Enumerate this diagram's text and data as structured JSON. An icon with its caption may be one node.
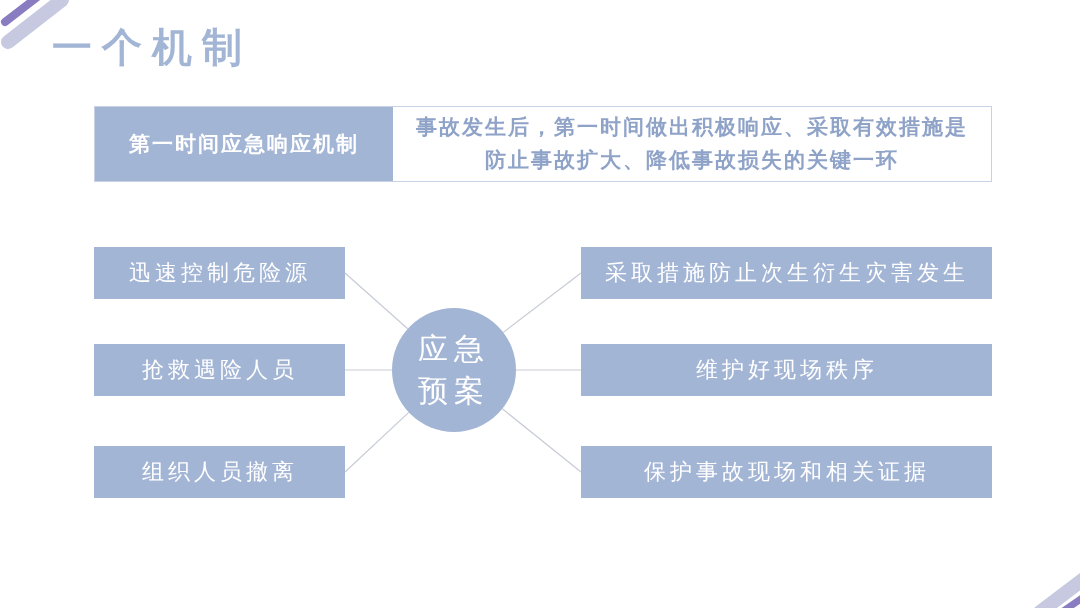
{
  "diagram": {
    "title": "一个机制",
    "nodes": [
      {
        "text": [
          "第一时间应急响应机制",
          "事故发生后，第一时间做出积极响应、采取有效措施是防止事故扩大、降低事故损失的关键一环"
        ]
      },
      {
        "text": [
          "应急预案"
        ]
      },
      {
        "text": [
          "迅速控制危险源"
        ]
      },
      {
        "text": [
          "抢救遇险人员"
        ]
      },
      {
        "text": [
          "组织人员撤离"
        ]
      },
      {
        "text": [
          "采取措施防止次生衍生灾害发生"
        ]
      },
      {
        "text": [
          "维护好现场秩序"
        ]
      },
      {
        "text": [
          "保护事故现场和相关证据"
        ]
      }
    ],
    "edges": [
      {
        "from": 1,
        "to": 2,
        "arrow": "none"
      },
      {
        "from": 1,
        "to": 3,
        "arrow": "none"
      },
      {
        "from": 1,
        "to": 4,
        "arrow": "none"
      },
      {
        "from": 1,
        "to": 5,
        "arrow": "none"
      },
      {
        "from": 1,
        "to": 6,
        "arrow": "none"
      },
      {
        "from": 1,
        "to": 7,
        "arrow": "none"
      }
    ]
  }
}
